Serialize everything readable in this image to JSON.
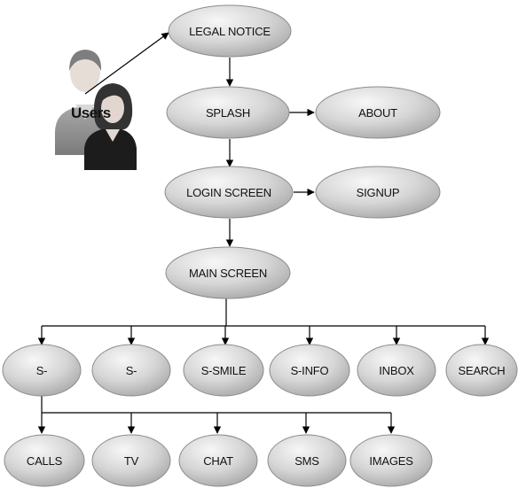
{
  "actor": {
    "label": "Users",
    "icon": "users-icon"
  },
  "nodes": {
    "legal_notice": "LEGAL NOTICE",
    "splash": "SPLASH",
    "about": "ABOUT",
    "login_screen": "LOGIN SCREEN",
    "signup": "SIGNUP",
    "main_screen": "MAIN SCREEN",
    "s_dash_1": "S-",
    "s_dash_2": "S-",
    "s_smile": "S-SMILE",
    "s_info": "S-INFO",
    "inbox": "INBOX",
    "search": "SEARCH",
    "calls": "CALLS",
    "tv": "TV",
    "chat": "CHAT",
    "sms": "SMS",
    "images": "IMAGES"
  },
  "colors": {
    "node_fill_light": "#f5f5f5",
    "node_fill_dark": "#b3b3b3",
    "node_stroke": "#8c8c8c",
    "edge": "#000000",
    "person_back": "#8f8f8f",
    "person_front_hair": "#3a3a3a",
    "person_front_coat": "#1c1c1c",
    "skin": "#e2d7d0"
  }
}
